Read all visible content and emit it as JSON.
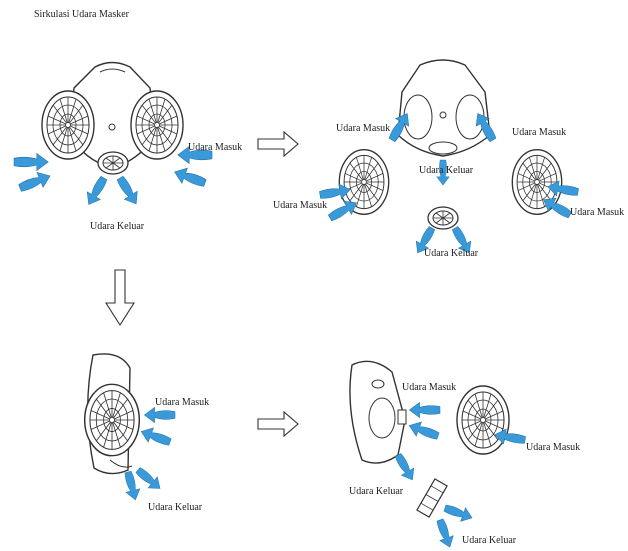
{
  "title": "Sirkulasi Udara Masker",
  "labels": {
    "intake": "Udara Masuk",
    "exhaust": "Udara Keluar"
  },
  "colors": {
    "arrow": "#3a9ad9",
    "line": "#333333",
    "background": "#ffffff"
  },
  "panels": [
    {
      "id": "front-assembled",
      "icon": "half-mask-front-icon"
    },
    {
      "id": "front-exploded",
      "icon": "half-mask-exploded-icon"
    },
    {
      "id": "side-assembled",
      "icon": "half-mask-side-icon"
    },
    {
      "id": "side-exploded",
      "icon": "half-mask-side-exploded-icon"
    }
  ],
  "flow_arrows": [
    "right-arrow-icon",
    "down-arrow-icon",
    "right-arrow-icon"
  ]
}
